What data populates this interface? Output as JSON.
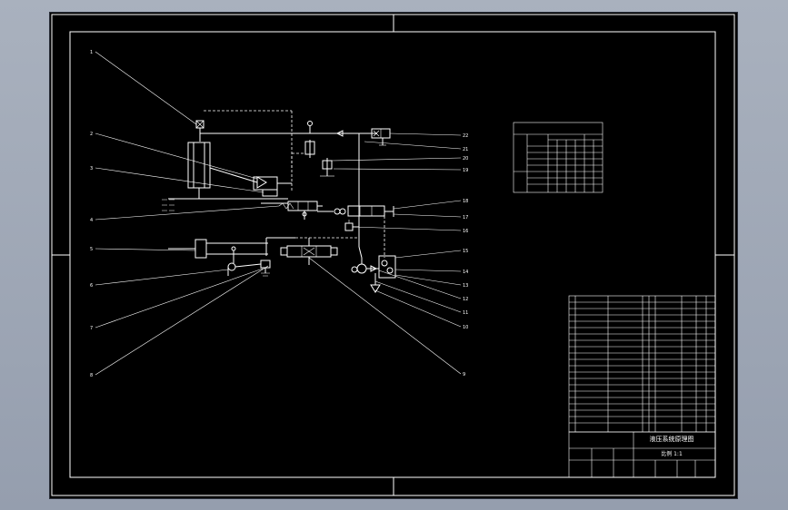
{
  "colors": {
    "background": "#000000",
    "linework": "#ffffff",
    "viewport": "#9ea7b6"
  },
  "callouts_left": [
    "1",
    "2",
    "3",
    "4",
    "5",
    "6",
    "7",
    "8"
  ],
  "callouts_right": [
    "22",
    "21",
    "20",
    "19",
    "18",
    "17",
    "16",
    "15",
    "14",
    "13",
    "12",
    "11",
    "10",
    "9"
  ],
  "title_block": {
    "line1": "液压系统原理图",
    "line2": "比例 1:1"
  }
}
